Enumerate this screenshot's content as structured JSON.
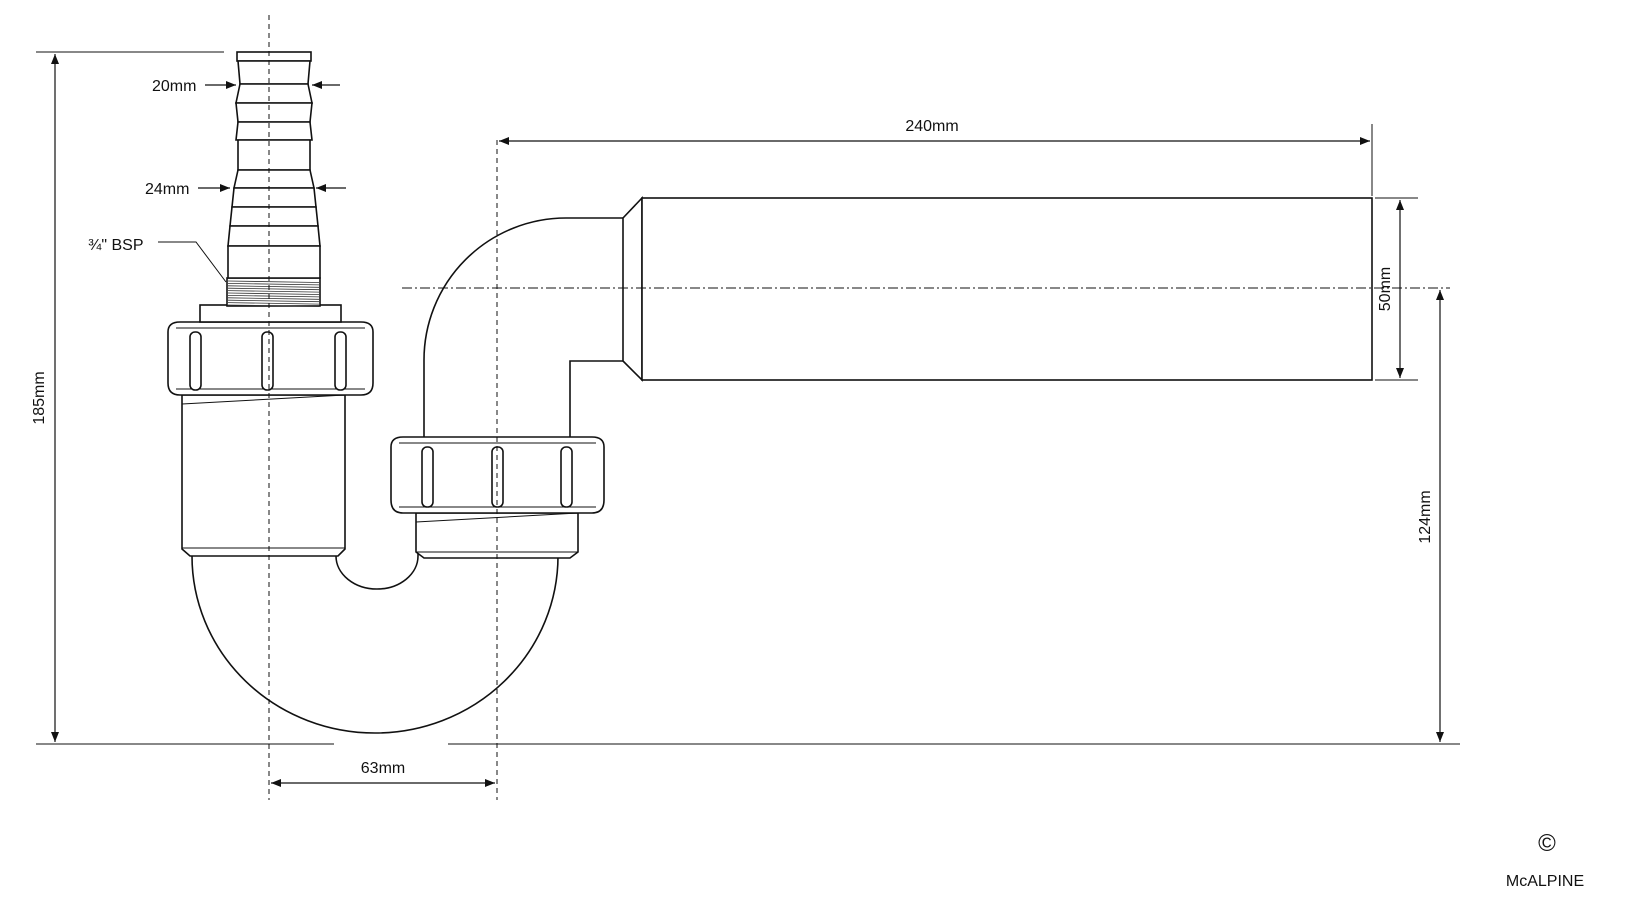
{
  "dimensions": {
    "hose_tail_upper": "20mm",
    "hose_tail_lower": "24mm",
    "thread": "¾\" BSP",
    "overall_height": "185mm",
    "outlet_length": "240mm",
    "outlet_diameter": "50mm",
    "outlet_height": "124mm",
    "centre_distance": "63mm"
  },
  "copyright": {
    "symbol": "©",
    "brand": "McALPINE"
  },
  "colors": {
    "line": "#111111",
    "background": "#ffffff"
  }
}
